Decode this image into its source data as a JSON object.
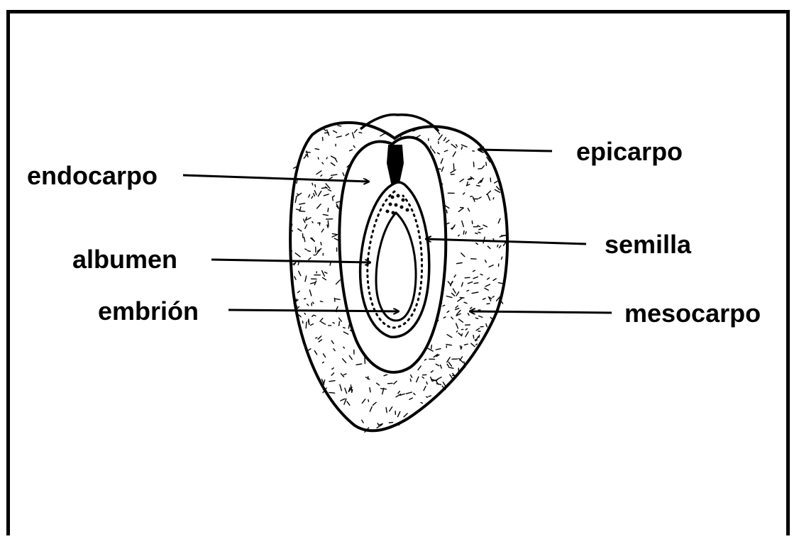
{
  "diagram": {
    "labels": {
      "epicarpo": "epicarpo",
      "endocarpo": "endocarpo",
      "semilla": "semilla",
      "albumen": "albumen",
      "embrion": "embrión",
      "mesocarpo": "mesocarpo"
    },
    "colors": {
      "ink": "#000000",
      "background": "#ffffff"
    }
  }
}
